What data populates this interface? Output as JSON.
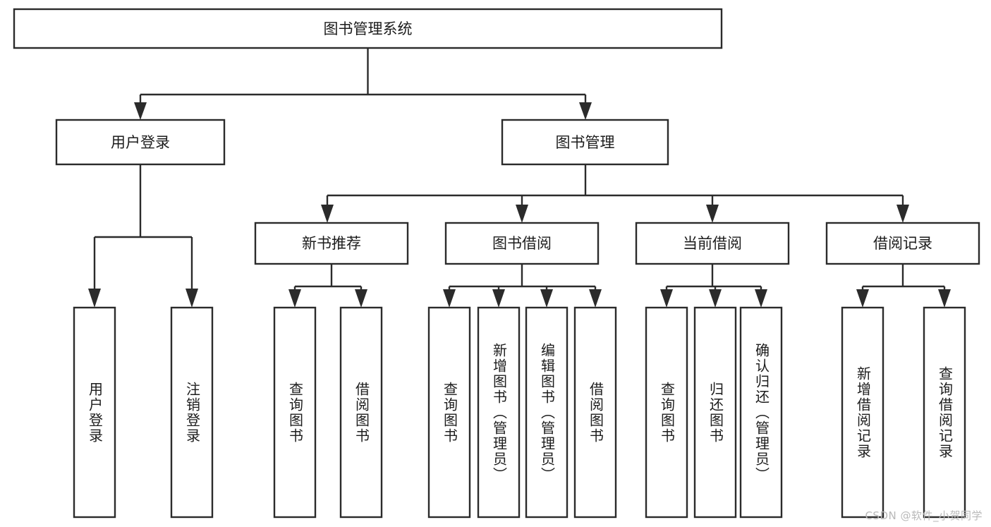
{
  "diagram": {
    "title": "图书管理系统",
    "type": "tree-hierarchy",
    "watermark": "CSDN @软件_小贺同学",
    "colors": {
      "stroke": "#2b2b2b",
      "box_fill": "#ffffff",
      "text": "#1c1c1c",
      "background": "#ffffff",
      "watermark": "#b9b9b9"
    },
    "root": {
      "label": "图书管理系统"
    },
    "level2": [
      {
        "id": "user-login",
        "label": "用户登录"
      },
      {
        "id": "book-manage",
        "label": "图书管理"
      }
    ],
    "level3": [
      {
        "id": "new-book-recommend",
        "label": "新书推荐",
        "parent": "book-manage"
      },
      {
        "id": "book-borrow",
        "label": "图书借阅",
        "parent": "book-manage"
      },
      {
        "id": "current-borrow",
        "label": "当前借阅",
        "parent": "book-manage"
      },
      {
        "id": "borrow-record",
        "label": "借阅记录",
        "parent": "book-manage"
      }
    ],
    "leaves": [
      {
        "id": "leaf-user-login",
        "label": "用户登录",
        "parent": "user-login"
      },
      {
        "id": "leaf-logout-login",
        "label": "注销登录",
        "parent": "user-login"
      },
      {
        "id": "leaf-query-book-1",
        "label": "查询图书",
        "parent": "new-book-recommend"
      },
      {
        "id": "leaf-borrow-book-1",
        "label": "借阅图书",
        "parent": "new-book-recommend"
      },
      {
        "id": "leaf-query-book-2",
        "label": "查询图书",
        "parent": "book-borrow"
      },
      {
        "id": "leaf-add-book",
        "label": "新增图书（管理员）",
        "parent": "book-borrow"
      },
      {
        "id": "leaf-edit-book",
        "label": "编辑图书（管理员）",
        "parent": "book-borrow"
      },
      {
        "id": "leaf-borrow-book-2",
        "label": "借阅图书",
        "parent": "book-borrow"
      },
      {
        "id": "leaf-query-book-3",
        "label": "查询图书",
        "parent": "current-borrow"
      },
      {
        "id": "leaf-return-book",
        "label": "归还图书",
        "parent": "current-borrow"
      },
      {
        "id": "leaf-confirm-return",
        "label": "确认归还（管理员）",
        "parent": "current-borrow"
      },
      {
        "id": "leaf-add-record",
        "label": "新增借阅记录",
        "parent": "borrow-record"
      },
      {
        "id": "leaf-query-record",
        "label": "查询借阅记录",
        "parent": "borrow-record"
      }
    ]
  }
}
